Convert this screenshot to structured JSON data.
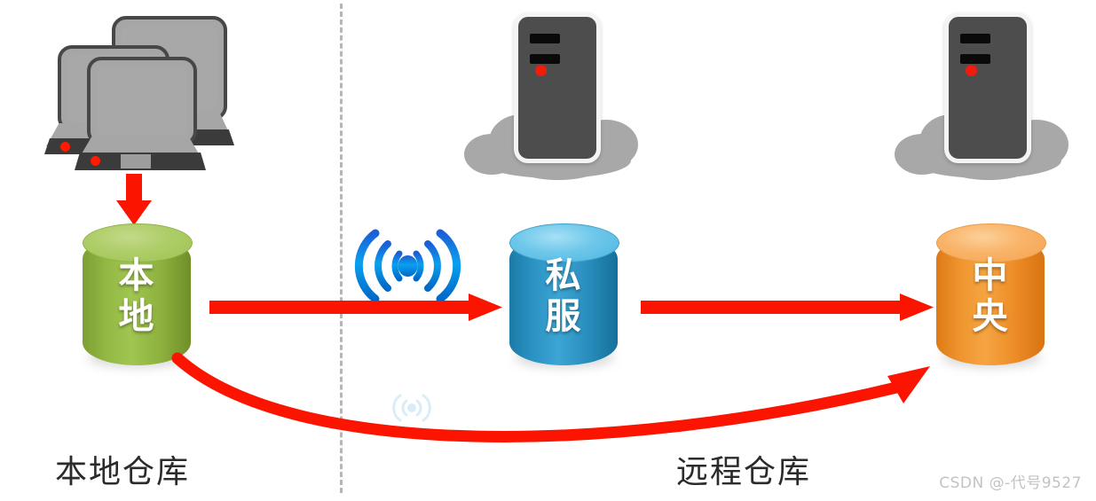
{
  "diagram": {
    "title": "Git repository architecture",
    "divider": {
      "style": "dashed-vertical"
    },
    "nodes": {
      "workstations": {
        "icon": "laptop-stack-icon",
        "count": 3
      },
      "local_repo": {
        "label": "本地",
        "label_lines": "本\n地",
        "color_body": "#84a833",
        "color_top": "#a3c356",
        "meaning": "Local"
      },
      "private_server_repo": {
        "label": "私服",
        "label_lines": "私\n服",
        "color_body": "#2389b8",
        "color_top": "#5ec0e6",
        "meaning": "Private Server"
      },
      "central_repo": {
        "label": "中央",
        "label_lines": "中\n央",
        "color_body": "#ec8b22",
        "color_top": "#f7b05a",
        "meaning": "Central"
      },
      "private_server_host": {
        "icon": "server-cloud-icon"
      },
      "central_server_host": {
        "icon": "server-cloud-icon"
      }
    },
    "wireless": {
      "icon": "wireless-signal-icon",
      "color": "#0a9ce8"
    },
    "wireless_faint": {
      "icon": "wireless-signal-icon-faint"
    },
    "arrows": {
      "push_down": {
        "from": "workstations",
        "to": "local_repo",
        "color": "#fb1500"
      },
      "local_to_private": {
        "from": "local_repo",
        "to": "private_server_repo",
        "color": "#fb1500"
      },
      "private_to_central": {
        "from": "private_server_repo",
        "to": "central_repo",
        "color": "#fb1500"
      },
      "local_to_central_curved": {
        "from": "local_repo",
        "to": "central_repo",
        "color": "#fb1500"
      }
    },
    "captions": {
      "left": "本地仓库",
      "right": "远程仓库"
    },
    "watermark": "CSDN @-代号9527"
  }
}
